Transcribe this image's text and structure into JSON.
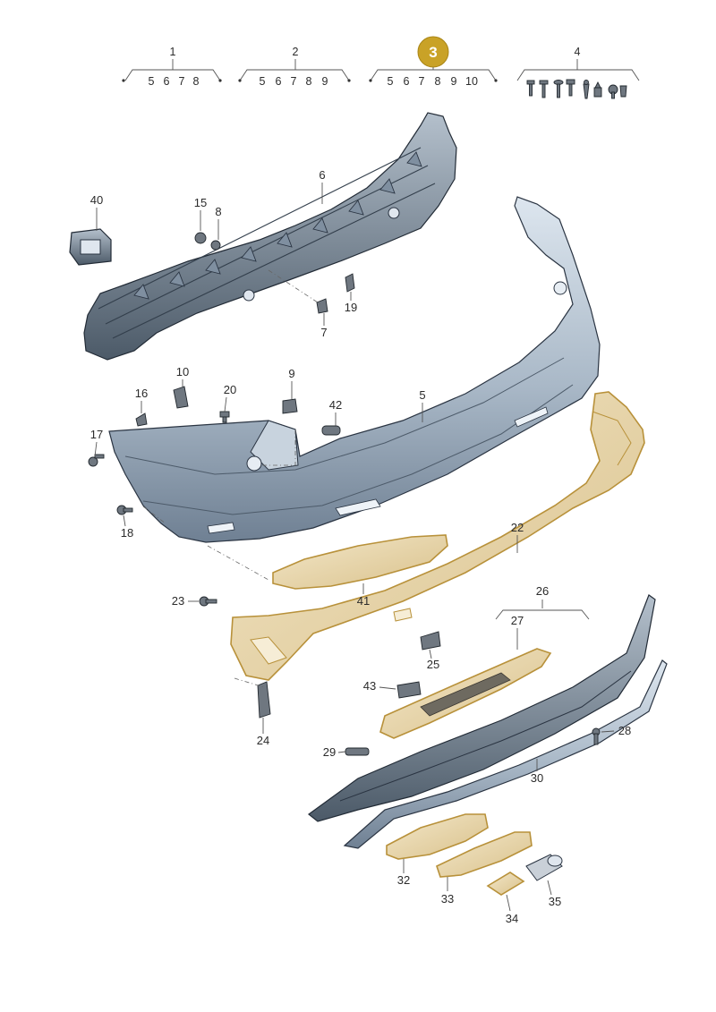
{
  "groups": [
    {
      "id": "1",
      "items": [
        "5",
        "6",
        "7",
        "8"
      ]
    },
    {
      "id": "2",
      "items": [
        "5",
        "6",
        "7",
        "8",
        "9"
      ]
    },
    {
      "id": "3",
      "items": [
        "5",
        "6",
        "7",
        "8",
        "9",
        "10"
      ],
      "highlighted": true
    },
    {
      "id": "4",
      "items": []
    }
  ],
  "parts": {
    "p5": "5",
    "p6": "6",
    "p7": "7",
    "p8": "8",
    "p9": "9",
    "p10": "10",
    "p15": "15",
    "p16": "16",
    "p17": "17",
    "p18": "18",
    "p19": "19",
    "p20": "20",
    "p22": "22",
    "p23": "23",
    "p24": "24",
    "p25": "25",
    "p26": "26",
    "p27": "27",
    "p28": "28",
    "p29": "29",
    "p30": "30",
    "p32": "32",
    "p33": "33",
    "p34": "34",
    "p35": "35",
    "p40": "40",
    "p41": "41",
    "p42": "42",
    "p43": "43"
  },
  "colors": {
    "highlight_badge": "#c9a227",
    "bumper_blue": "#a9b8c7",
    "gold_trim": "#e6d3a6"
  }
}
